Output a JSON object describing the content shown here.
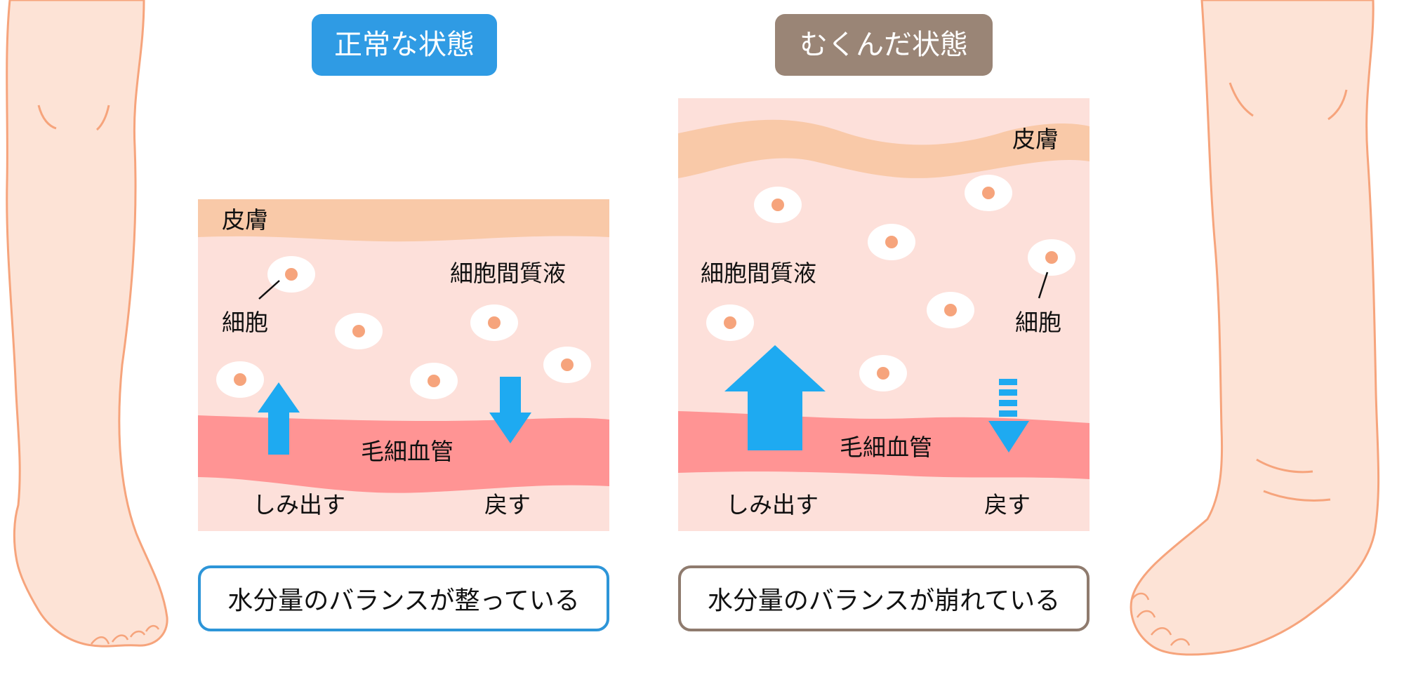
{
  "states": {
    "normal": "正常な状態",
    "swollen": "むくんだ状態"
  },
  "labels": {
    "skin": "皮膚",
    "cell": "細胞",
    "interstitial_fluid": "細胞間質液",
    "capillary": "毛細血管",
    "seep_out": "しみ出す",
    "return": "戻す"
  },
  "captions": {
    "normal": "水分量のバランスが整っている",
    "swollen": "水分量のバランスが崩れている"
  },
  "colors": {
    "normal_accent": "#2f9be4",
    "swollen_accent": "#9a8576",
    "skin": "#f9c9a8",
    "tissue": "#fde0da",
    "capillary": "#ff9494",
    "arrow": "#1eaaf1",
    "leg": "#fde3d6",
    "leg_outline": "#f6a47c"
  }
}
